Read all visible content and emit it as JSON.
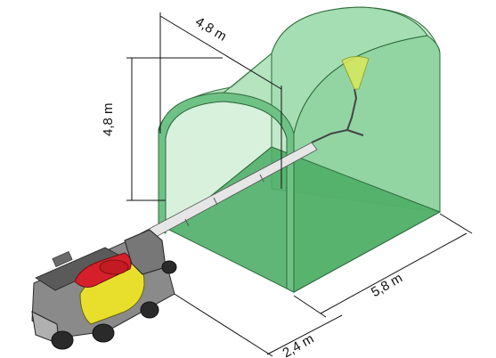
{
  "dimensions": {
    "tunnel_width": "4,8 m",
    "tunnel_height": "4,8 m",
    "tunnel_length": "5,8 m",
    "offset_distance": "2,4 m"
  },
  "colors": {
    "tunnel_fill": "#8fd6a0",
    "tunnel_edge": "#2f6b3c",
    "floor": "#4fae67",
    "machine_yellow": "#e8df2c",
    "machine_red": "#d5202a",
    "machine_grey": "#9a9a9a",
    "boom": "#e6e6e6"
  }
}
